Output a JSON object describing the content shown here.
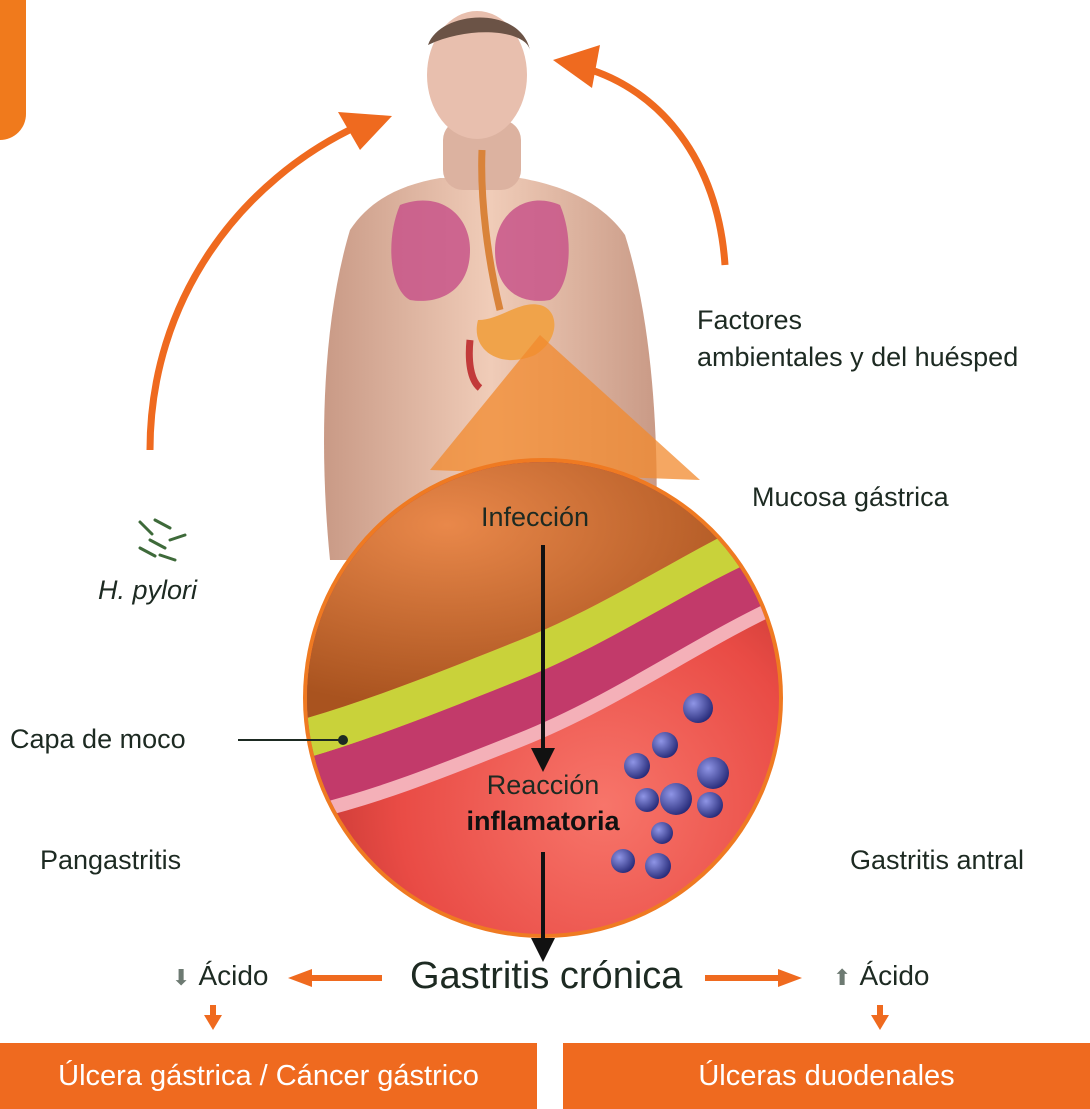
{
  "labels": {
    "factores_line1": "Factores",
    "factores_line2": "ambientales y del huésped",
    "mucosa": "Mucosa gástrica",
    "h_pylori": "H. pylori",
    "capa_moco": "Capa de moco",
    "infeccion": "Infección",
    "reaccion": "Reacción",
    "inflamatoria": "inflamatoria",
    "pangastritis": "Pangastritis",
    "gastritis_antral": "Gastritis antral",
    "gastritis_cronica": "Gastritis crónica",
    "acido_bajo": "Ácido",
    "acido_alto": "Ácido"
  },
  "outcomes": {
    "left": "Úlcera gástrica / Cáncer gástrico",
    "right": "Úlceras duodenales"
  },
  "colors": {
    "accent_orange": "#ef6a1f",
    "text_dark": "#1d2a22",
    "mucus_yellow": "#c9d23a",
    "epithelium_pink": "#c23a6a",
    "cell_blue": "#3b3f9a"
  }
}
